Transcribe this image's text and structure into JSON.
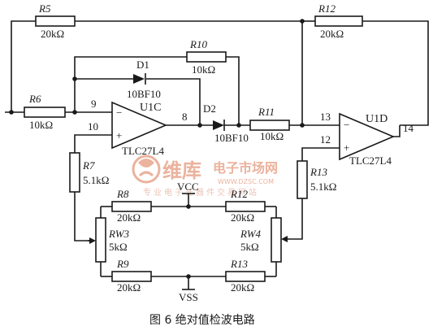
{
  "diagram": {
    "resistors": {
      "r5": {
        "name": "R5",
        "value": "20kΩ"
      },
      "r12_top": {
        "name": "R12",
        "value": "20kΩ"
      },
      "r10": {
        "name": "R10",
        "value": "10kΩ"
      },
      "r6": {
        "name": "R6",
        "value": "10kΩ"
      },
      "r11": {
        "name": "R11",
        "value": "10kΩ"
      },
      "r7": {
        "name": "R7",
        "value": "5.1kΩ"
      },
      "r13_right": {
        "name": "R13",
        "value": "5.1kΩ"
      },
      "r8": {
        "name": "R8",
        "value": "20kΩ"
      },
      "r12_bot": {
        "name": "R12",
        "value": "20kΩ"
      },
      "r9": {
        "name": "R9",
        "value": "20kΩ"
      },
      "r13_bot": {
        "name": "R13",
        "value": "20kΩ"
      },
      "rw3": {
        "name": "RW3",
        "value": "5kΩ"
      },
      "rw4": {
        "name": "RW4",
        "value": "5kΩ"
      }
    },
    "diodes": {
      "d1": {
        "name": "D1",
        "part": "10BF10"
      },
      "d2": {
        "name": "D2",
        "part": "10BF10"
      }
    },
    "opamps": {
      "u1c": {
        "name": "U1C",
        "part": "TLC27L4",
        "pin_inv": "9",
        "pin_noninv": "10",
        "pin_out": "8",
        "minus": "−",
        "plus": "+"
      },
      "u1d": {
        "name": "U1D",
        "part": "TLC27L4",
        "pin_inv": "13",
        "pin_noninv": "12",
        "pin_out": "14",
        "minus": "−",
        "plus": "+"
      }
    },
    "supplies": {
      "vcc": "VCC",
      "vss": "VSS"
    },
    "caption": "图 6  绝对值检波电路"
  },
  "watermark": {
    "brand": "维库",
    "brand_sub": "电子市场网",
    "url": "WWW.DZSC.COM",
    "slogan": "专业电子元器件交易网站",
    "color": "#e8a58c"
  }
}
